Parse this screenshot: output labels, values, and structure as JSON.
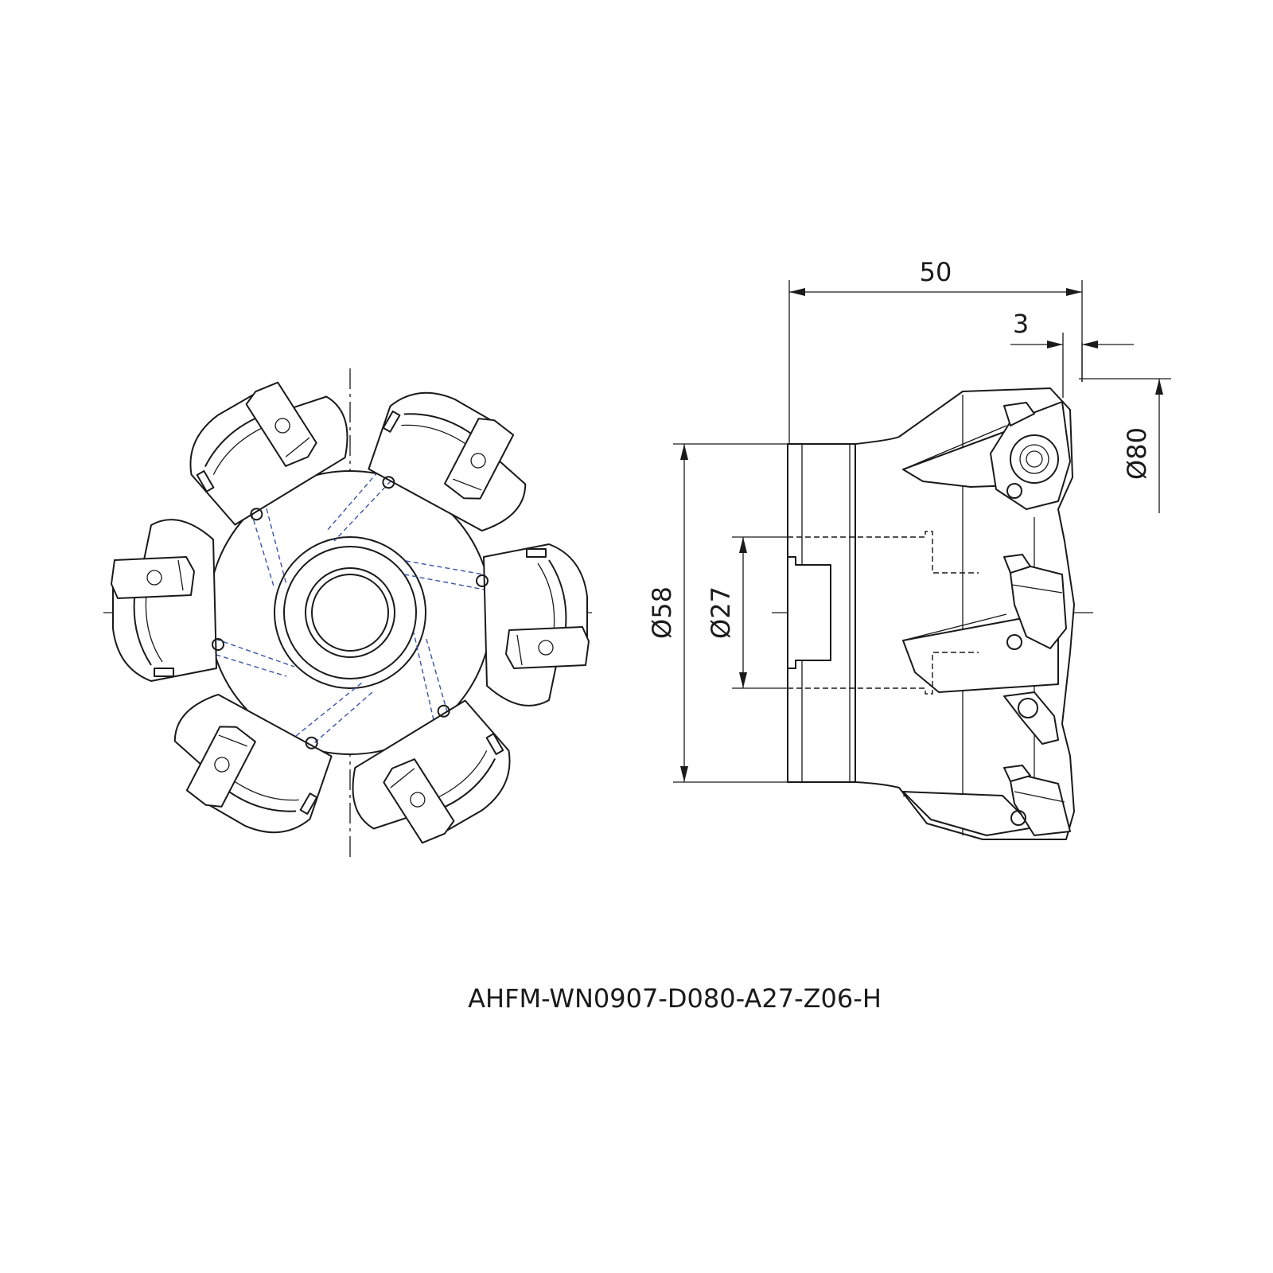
{
  "drawing": {
    "part_number": "AHFM-WN0907-D080-A27-Z06-H",
    "dimensions": {
      "overall_length": "50",
      "insert_protrusion": "3",
      "cutting_diameter": "Ø80",
      "body_diameter": "Ø58",
      "bore_diameter": "Ø27"
    },
    "insert_count": 6,
    "colors": {
      "line": "#1a1a1a",
      "hidden_line": "#3a54a8",
      "background": "#ffffff"
    }
  }
}
